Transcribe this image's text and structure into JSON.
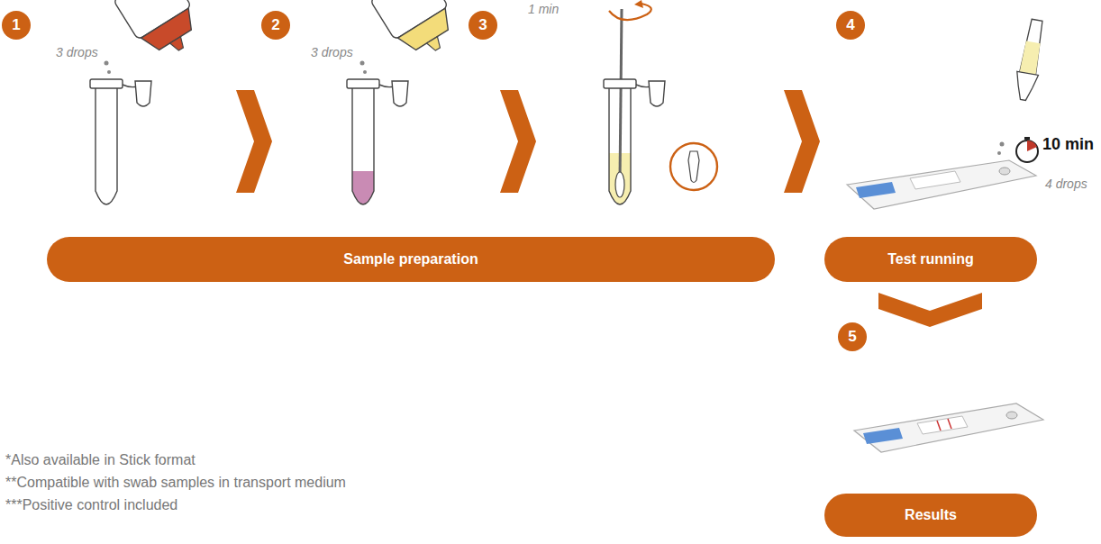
{
  "diagram": {
    "nodes": [
      {
        "text": [
          "1"
        ]
      },
      {
        "text": [
          "2"
        ]
      },
      {
        "text": [
          "3"
        ]
      },
      {
        "text": [
          "4"
        ]
      },
      {
        "text": [
          "Sample preparation"
        ]
      },
      {
        "text": [
          "Test running"
        ]
      },
      {
        "text": [
          "5"
        ]
      },
      {
        "text": [
          "Results"
        ]
      }
    ],
    "labels": [
      "3 drops",
      "3 drops",
      "1 min",
      "4 drops",
      "10 min",
      "*Also available in Stick format",
      "**Compatible with swab samples in transport medium",
      "***Positive control included"
    ]
  }
}
